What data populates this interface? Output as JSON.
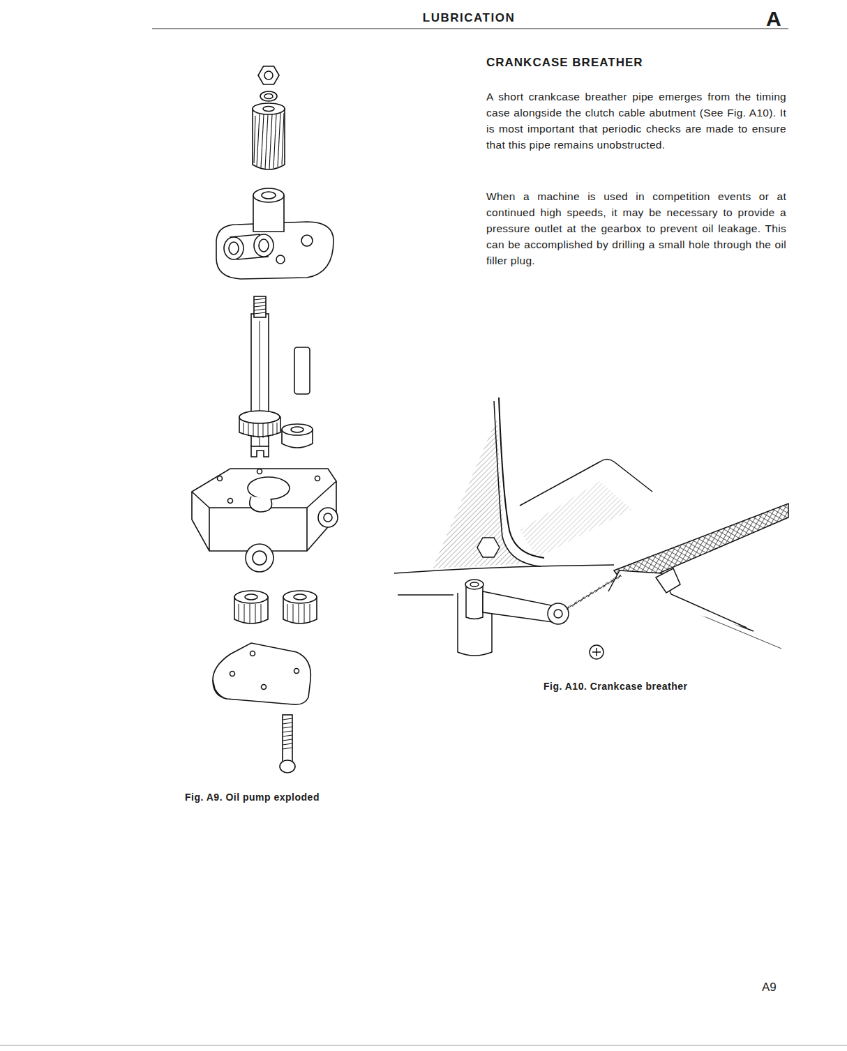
{
  "diagram": {
    "title": "LUBRICATION",
    "labels": [
      "A",
      "CRANKCASE BREATHER",
      "A short crankcase breather pipe emerges from the timing case alongside the clutch cable abutment (See Fig. A10). It is most important that periodic checks are made to ensure that this pipe remains unobstructed.",
      "When a machine is used in competition events or at continued high speeds, it may be necessary to provide a pressure outlet at the gearbox to prevent oil leakage. This can be accomplished by drilling a small hole through the oil filler plug.",
      "Fig. A10. Crankcase breather",
      "Fig. A9. Oil pump exploded",
      "A9"
    ]
  }
}
